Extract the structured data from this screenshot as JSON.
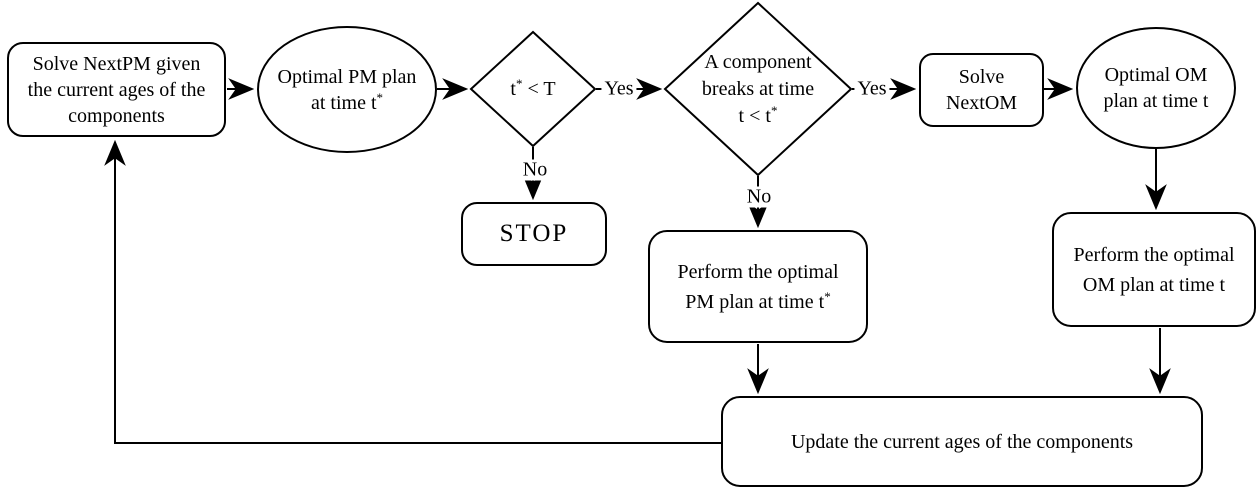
{
  "colors": {
    "stroke": "#000000",
    "shape_fill": "#ffffff",
    "text": "#000000"
  },
  "nodes": {
    "solve_nextpm": {
      "line1": "Solve NextPM given",
      "line2": "the current ages of the",
      "line3": "components"
    },
    "optimal_pm_plan": {
      "line1": "Optimal PM plan",
      "line2": "at time t",
      "line2_sup": "*"
    },
    "t_check": {
      "pre": "t",
      "sup": "*",
      "post": " < T"
    },
    "component_breaks": {
      "line1": "A component",
      "line2": "breaks at time",
      "line3": "t < t",
      "line3_sup": "*"
    },
    "solve_nextom": {
      "line1": "Solve",
      "line2": "NextOM"
    },
    "optimal_om_plan": {
      "line1": "Optimal OM",
      "line2": "plan at time t"
    },
    "stop": {
      "label": "STOP"
    },
    "perform_pm": {
      "line1": "Perform the optimal",
      "line2": "PM plan at time t",
      "line2_sup": "*"
    },
    "perform_om": {
      "line1": "Perform the optimal",
      "line2": "OM plan at time t"
    },
    "update_ages": {
      "label": "Update the current ages of the components"
    }
  },
  "edge_labels": {
    "t_check_yes": "Yes",
    "t_check_no": "No",
    "breaks_yes": "Yes",
    "breaks_no": "No"
  }
}
